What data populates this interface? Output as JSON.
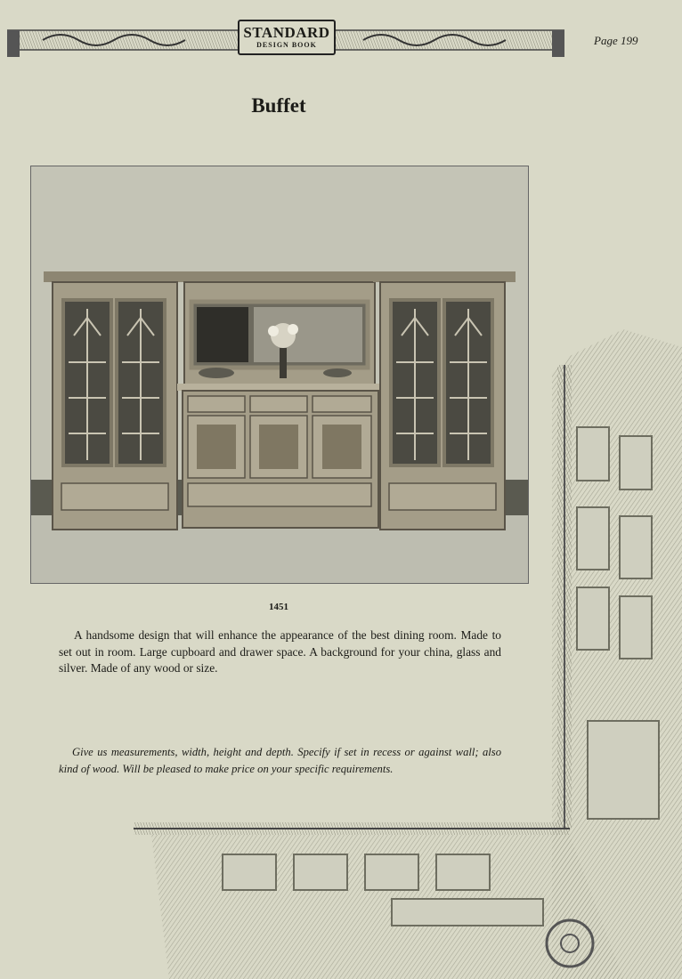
{
  "header": {
    "logo_main": "STANDARD",
    "logo_sub": "DESIGN BOOK",
    "page_number": "Page 199"
  },
  "title": "Buffet",
  "photo": {
    "caption": "1451"
  },
  "description": "A handsome design that will enhance the appearance of the best dining room. Made to set out in room. Large cupboard and drawer space. A background for your china, glass and silver. Made of any wood or size.",
  "instructions": "Give us measurements, width, height and depth. Specify if set in recess or against wall; also kind of wood. Will be pleased to make price on your specific requirements."
}
